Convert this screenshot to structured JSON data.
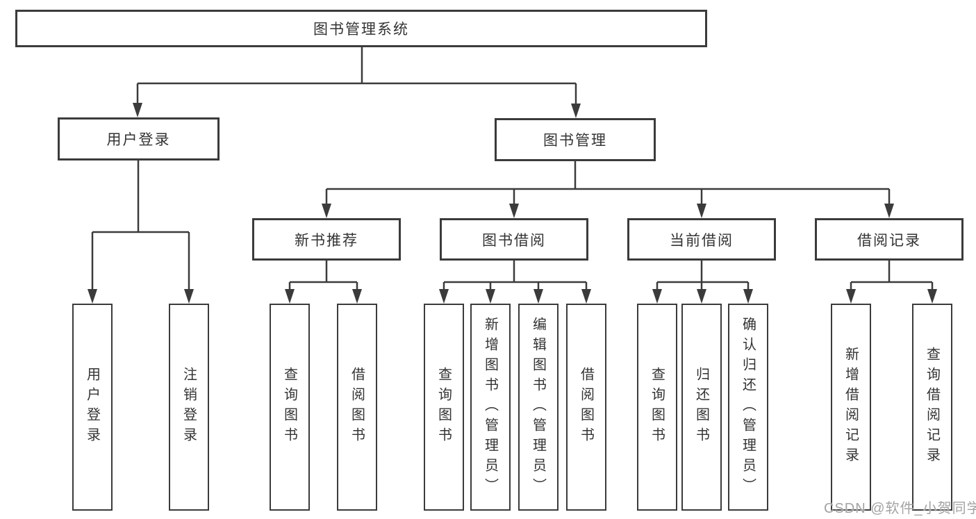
{
  "tree": {
    "label": "图书管理系统",
    "children": [
      {
        "label": "用户登录",
        "children": [
          {
            "label": "用户登录"
          },
          {
            "label": "注销登录"
          }
        ]
      },
      {
        "label": "图书管理",
        "children": [
          {
            "label": "新书推荐",
            "children": [
              {
                "label": "查询图书"
              },
              {
                "label": "借阅图书"
              }
            ]
          },
          {
            "label": "图书借阅",
            "children": [
              {
                "label": "查询图书"
              },
              {
                "label": "新增图书（管理员）"
              },
              {
                "label": "编辑图书（管理员）"
              },
              {
                "label": "借阅图书"
              }
            ]
          },
          {
            "label": "当前借阅",
            "children": [
              {
                "label": "查询图书"
              },
              {
                "label": "归还图书"
              },
              {
                "label": "确认归还（管理员）"
              }
            ]
          },
          {
            "label": "借阅记录",
            "children": [
              {
                "label": "新增借阅记录"
              },
              {
                "label": "查询借阅记录"
              }
            ]
          }
        ]
      }
    ]
  },
  "watermark": {
    "text": "CSDN @软件_小贺同学"
  },
  "colors": {
    "line": "#3b3b3b",
    "text": "#333333",
    "background": "#ffffff",
    "watermark": "#a3a3a3"
  }
}
